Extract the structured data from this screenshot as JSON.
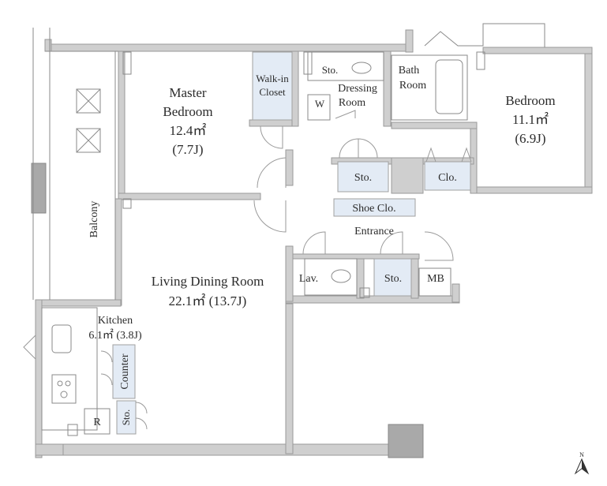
{
  "rooms": {
    "master_bedroom": {
      "name_line1": "Master",
      "name_line2": "Bedroom",
      "area": "12.4㎡",
      "tatami": "(7.7J)"
    },
    "walk_in_closet": {
      "line1": "Walk-in",
      "line2": "Closet"
    },
    "sto_top": "Sto.",
    "w": "W",
    "dressing_room": {
      "line1": "Dressing",
      "line2": "Room"
    },
    "bath_room": {
      "line1": "Bath",
      "line2": "Room"
    },
    "bedroom": {
      "name": "Bedroom",
      "area": "11.1㎡",
      "tatami": "(6.9J)"
    },
    "sto_mid": "Sto.",
    "clo": "Clo.",
    "shoe_clo": "Shoe Clo.",
    "entrance": "Entrance",
    "balcony": "Balcony",
    "ldr": {
      "name": "Living Dining Room",
      "area": "22.1㎡ (13.7J)"
    },
    "lav": "Lav.",
    "sto_lower": "Sto.",
    "mb": "MB",
    "kitchen": {
      "name": "Kitchen",
      "area": "6.1㎡ (3.8J)"
    },
    "counter": "Counter",
    "r": "R",
    "sto_kitchen": "Sto."
  },
  "compass": {
    "label": "N"
  },
  "colors": {
    "wall": "#cfcfcf",
    "storage": "#e3ebf5",
    "line": "#9a9a9a",
    "text": "#2b2b2b"
  }
}
